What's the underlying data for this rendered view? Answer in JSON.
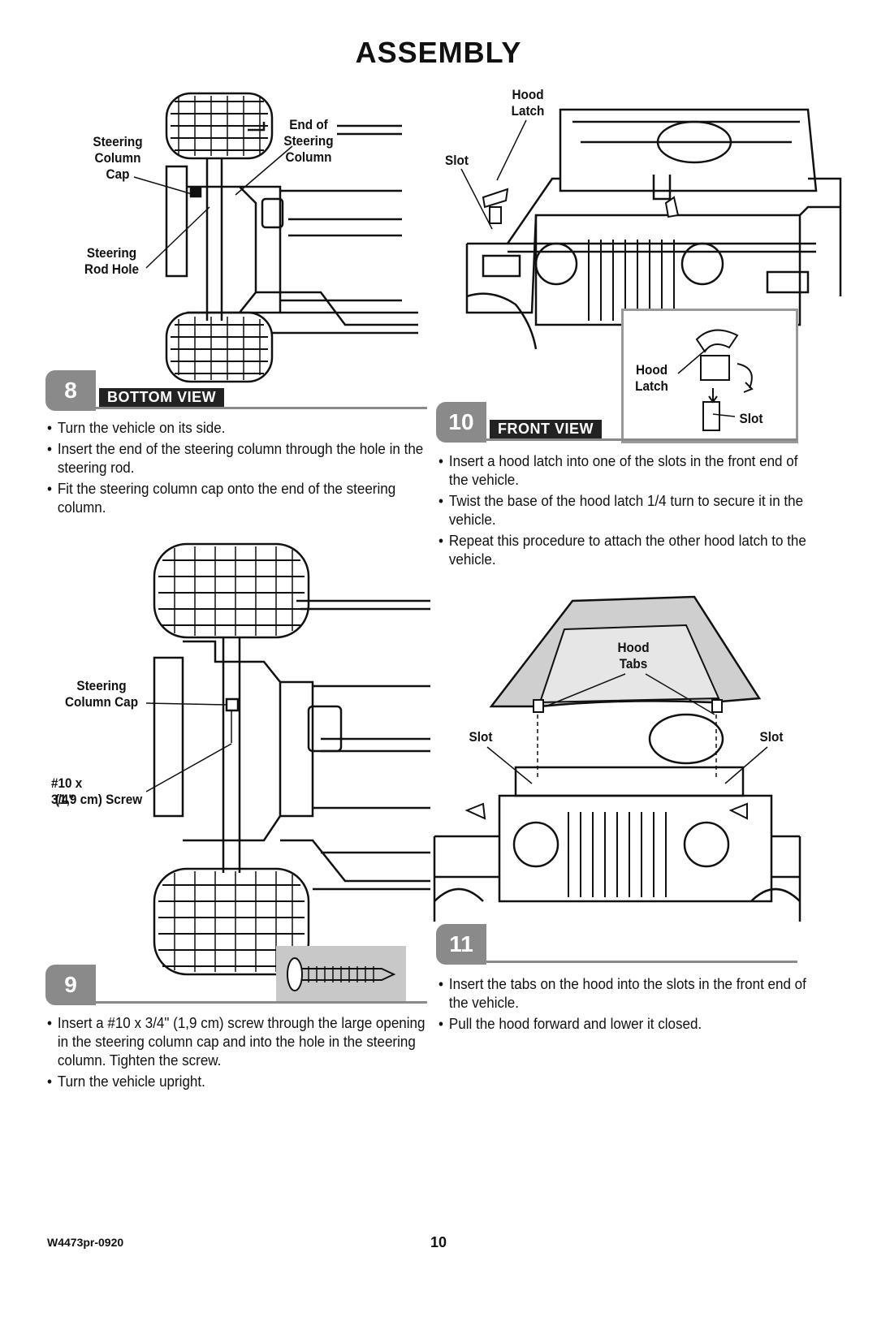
{
  "page": {
    "title": "ASSEMBLY",
    "code": "W4473pr-0920",
    "number": "10"
  },
  "step8": {
    "number": "8",
    "tag": "BOTTOM VIEW",
    "labels": {
      "cap": "Steering Column Cap",
      "end": "End of Steering Column",
      "hole": "Steering Rod Hole"
    },
    "bullets": [
      "Turn the vehicle on its side.",
      "Insert the end of the steering column through the hole in the steering rod.",
      "Fit the steering column cap onto the end of the steering column."
    ]
  },
  "step9": {
    "number": "9",
    "labels": {
      "cap": "Steering Column Cap",
      "screw_l1": "#10 x 3/4\"",
      "screw_l2": "(1,9 cm) Screw"
    },
    "bullets": [
      "Insert a #10 x 3/4\" (1,9 cm) screw through the large opening in the steering column cap and into the hole in the steering column. Tighten the screw.",
      "Turn the vehicle upright."
    ]
  },
  "step10": {
    "number": "10",
    "tag": "FRONT VIEW",
    "labels": {
      "hood_latch": "Hood Latch",
      "slot": "Slot",
      "inset_latch": "Hood Latch",
      "inset_slot": "Slot"
    },
    "bullets": [
      "Insert a hood latch into one of the slots in the front end of the vehicle.",
      "Twist the base of the hood latch 1/4 turn to secure it in the vehicle.",
      "Repeat this procedure to attach the other hood latch to the vehicle."
    ]
  },
  "step11": {
    "number": "11",
    "labels": {
      "tabs": "Hood Tabs",
      "slot_left": "Slot",
      "slot_right": "Slot"
    },
    "bullets": [
      "Insert the tabs on the hood into the slots in the front end of the vehicle.",
      "Pull the hood forward and lower it closed."
    ]
  }
}
